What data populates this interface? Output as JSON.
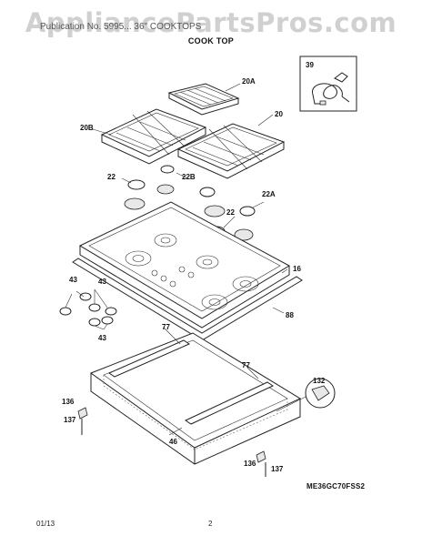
{
  "watermark": "AppliancePartsPros.com",
  "header": {
    "subtitle": "Publication No. 5995... 36\" COOKTOPS",
    "title": "COOK TOP"
  },
  "callouts": {
    "c20A": "20A",
    "c20": "20",
    "c20B": "20B",
    "c22_left": "22",
    "c22B": "22B",
    "c22_right": "22",
    "c22A": "22A",
    "c16": "16",
    "c88": "88",
    "c43_top": "43",
    "c43_mid": "43",
    "c43_bottom": "43",
    "c39": "39",
    "c77_left": "77",
    "c77_right": "77",
    "c132": "132",
    "c136_left": "136",
    "c137_left": "137",
    "c46": "46",
    "c136_right": "136",
    "c137_right": "137"
  },
  "model_code": "ME36GC70FSS2",
  "footer": {
    "date": "01/13",
    "page": "2"
  }
}
